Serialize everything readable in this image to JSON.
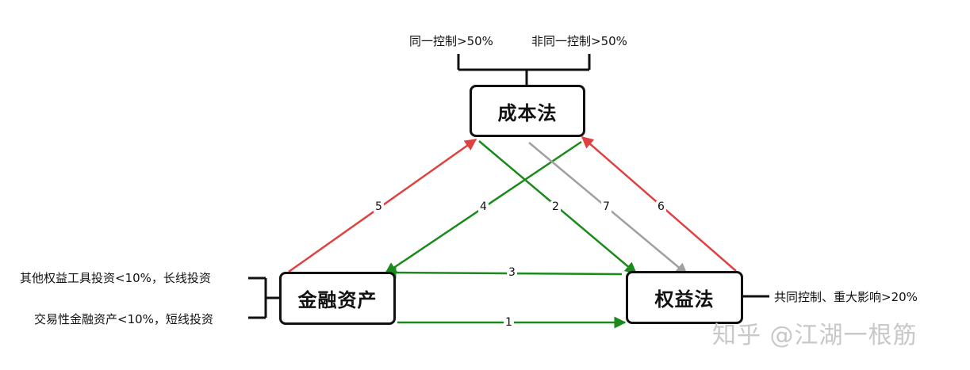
{
  "nodes": {
    "cost": "成本法",
    "financial": "金融资产",
    "equity": "权益法"
  },
  "notes": {
    "same_control": "同一控制>50%",
    "non_same_control": "非同一控制>50%",
    "other_equity": "其他权益工具投资<10%，长线投资",
    "trading": "交易性金融资产<10%，短线投资",
    "joint_control": "共同控制、重大影响>20%"
  },
  "edges": [
    {
      "label": "1",
      "from": "financial",
      "to": "equity",
      "color": "#1a8a1a"
    },
    {
      "label": "2",
      "from": "cost",
      "to": "equity",
      "color": "#1a8a1a"
    },
    {
      "label": "3",
      "from": "equity",
      "to": "financial",
      "color": "#1a8a1a"
    },
    {
      "label": "4",
      "from": "cost",
      "to": "financial",
      "color": "#1a8a1a"
    },
    {
      "label": "5",
      "from": "financial",
      "to": "cost",
      "color": "#e04040"
    },
    {
      "label": "6",
      "from": "equity",
      "to": "cost",
      "color": "#e04040"
    },
    {
      "label": "7",
      "from": "cost",
      "to": "equity",
      "color": "#a0a0a0"
    }
  ],
  "watermark": "知乎 @江湖一根筋"
}
